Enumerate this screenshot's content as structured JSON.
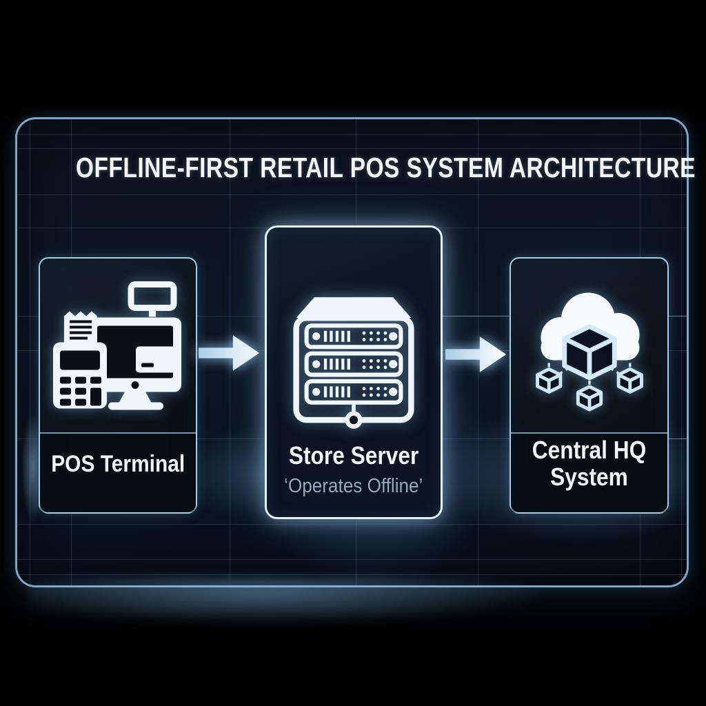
{
  "title": "OFFLINE-FIRST RETAIL POS SYSTEM ARCHITECTURE",
  "nodes": {
    "pos_terminal": {
      "label": "POS Terminal",
      "icon": "pos-terminal-icon"
    },
    "store_server": {
      "label": "Store Server",
      "sublabel": "‘Operates Offline’",
      "icon": "server-rack-icon"
    },
    "central_hq": {
      "label": "Central HQ System",
      "icon": "cloud-distribution-icon"
    }
  },
  "connections": [
    {
      "from": "POS Terminal",
      "to": "Store Server",
      "direction": "right"
    },
    {
      "from": "Store Server",
      "to": "Central HQ System",
      "direction": "right"
    }
  ],
  "colors": {
    "canvas_background": "#000000",
    "frame_border": "#7ea6c8",
    "node_border": "#a9cbe4",
    "highlight_node_border": "#e6f3fd",
    "icon": "#eef6fc",
    "title_text": "#f2f6fa",
    "label_text": "#f1f6fa",
    "sublabel_text": "#94a9bf",
    "grid_line": "#32495f",
    "arrow": "#eaf6fe"
  }
}
